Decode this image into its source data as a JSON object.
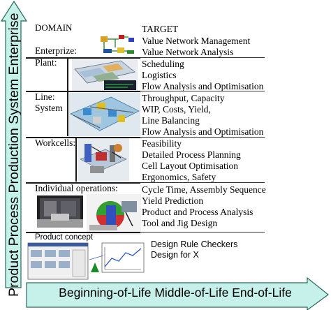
{
  "colors": {
    "arrow_fill": "#c6f0ea",
    "arrow_stroke": "#2a6a5a",
    "line": "#1a1a1a"
  },
  "left_axis": {
    "label": "Product   Process   Production System   Enterprise"
  },
  "bottom_axis": {
    "label": "Beginning-of-Life  Middle-of-Life  End-of-Life"
  },
  "headers": {
    "domain": "DOMAIN",
    "target": "TARGET"
  },
  "levels": [
    {
      "domain": "Enterprize:",
      "targets": [
        "Value Network Management",
        "Value Network Analysis"
      ]
    },
    {
      "domain": "Plant:",
      "targets": [
        "Scheduling",
        "Logistics",
        "Flow Analysis and Optimisation"
      ]
    },
    {
      "domain": "Line:",
      "domain2": "System",
      "targets": [
        "Throughput, Capacity",
        "WIP, Costs, Yield,",
        "Line Balancing",
        "Flow Analysis and Optimisation"
      ]
    },
    {
      "domain": "Workcells:",
      "targets": [
        "Feasibility",
        "Detailed Process Planning",
        "Cell Layout Optimisation",
        "Ergonomics, Safety"
      ]
    },
    {
      "domain": "Individual operations:",
      "targets": [
        "Cycle Time, Assembly Sequence",
        "Yield Prediction",
        "Product and Process Analysis",
        "Tool and Jig Design"
      ]
    },
    {
      "domain": "Product concept",
      "targets": [
        "Design Rule Checkers",
        "Design for X"
      ]
    }
  ]
}
